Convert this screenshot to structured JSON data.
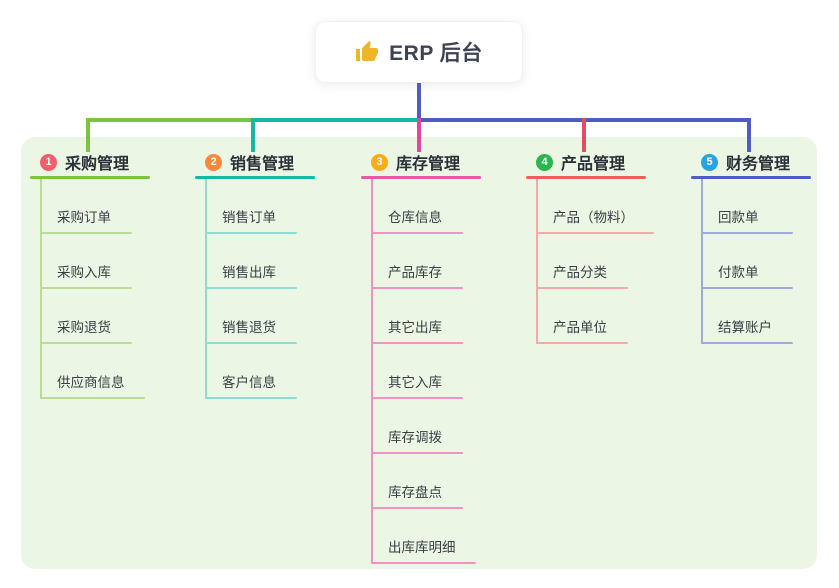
{
  "root": {
    "label": "ERP 后台",
    "icon": "thumbs-up-icon",
    "icon_color": "#f0b429",
    "stem_color": "#4f5cc4"
  },
  "panel_bg": "#ebf7e4",
  "bus": {
    "left_color": "#7cc342",
    "mid_color": "#14b8a6",
    "right_color": "#4f5cc4"
  },
  "branches": [
    {
      "badge": "1",
      "badge_color": "#f35e6d",
      "title": "采购管理",
      "line_color": "#7cc342",
      "light_color": "#b9dd98",
      "drop_color": "#7cc342",
      "items": [
        "采购订单",
        "采购入库",
        "采购退货",
        "供应商信息"
      ]
    },
    {
      "badge": "2",
      "badge_color": "#f8883e",
      "title": "销售管理",
      "line_color": "#14b8a6",
      "light_color": "#8edcd2",
      "drop_color": "#14b8a6",
      "items": [
        "销售订单",
        "销售出库",
        "销售退货",
        "客户信息"
      ]
    },
    {
      "badge": "3",
      "badge_color": "#fbab18",
      "title": "库存管理",
      "line_color": "#e65aa8",
      "light_color": "#f192c4",
      "drop_color": "#e0489c",
      "items": [
        "仓库信息",
        "产品库存",
        "其它出库",
        "其它入库",
        "库存调拨",
        "库存盘点",
        "出库库明细"
      ]
    },
    {
      "badge": "4",
      "badge_color": "#2db54d",
      "title": "产品管理",
      "line_color": "#f25d5d",
      "light_color": "#f7a8a8",
      "drop_color": "#e84a64",
      "items": [
        "产品（物料）",
        "产品分类",
        "产品单位"
      ]
    },
    {
      "badge": "5",
      "badge_color": "#2aa2de",
      "title": "财务管理",
      "line_color": "#4f5cc4",
      "light_color": "#9fabe0",
      "drop_color": "#4f5cc4",
      "items": [
        "回款单",
        "付款单",
        "结算账户"
      ]
    }
  ]
}
